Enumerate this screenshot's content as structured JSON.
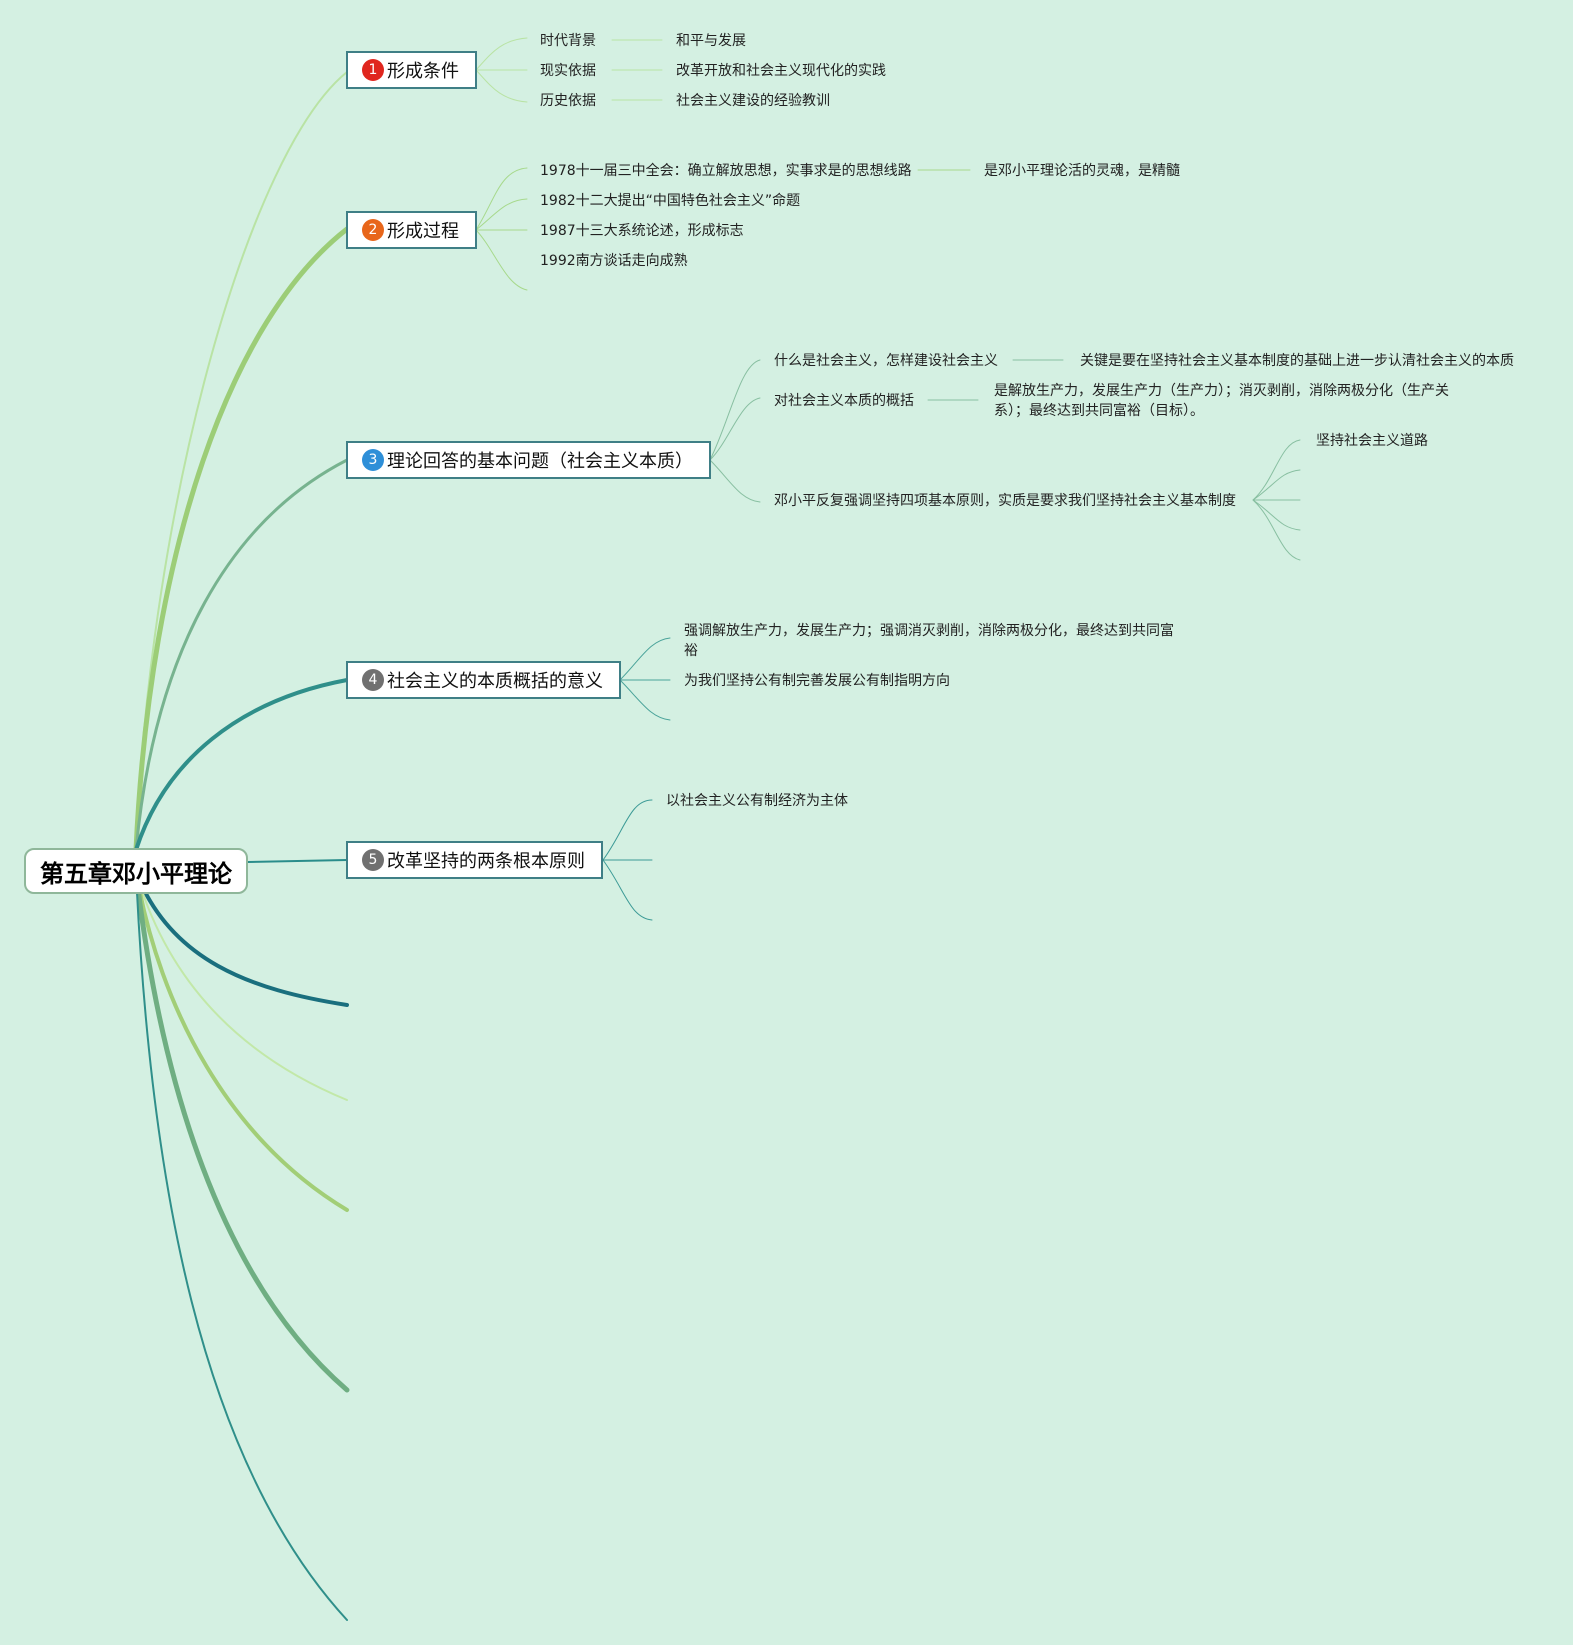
{
  "root": {
    "title": "第五章邓小平理论"
  },
  "colors": {
    "background": "#d4f0e2",
    "badge1": "#e0261e",
    "badge2": "#e8661a",
    "badge3": "#2e8fd8",
    "badge4": "#707070",
    "badge5": "#707070",
    "node_border": "#3f7f86"
  },
  "branches": [
    {
      "num": "1",
      "label": "形成条件",
      "children": [
        {
          "text": "时代背景",
          "detail": "和平与发展"
        },
        {
          "text": "现实依据",
          "detail": "改革开放和社会主义现代化的实践"
        },
        {
          "text": "历史依据",
          "detail": "社会主义建设的经验教训"
        }
      ]
    },
    {
      "num": "2",
      "label": "形成过程",
      "children": [
        {
          "text": "1978十一届三中全会：确立解放思想，实事求是的思想线路",
          "detail": "是邓小平理论活的灵魂，是精髓"
        },
        {
          "text": "1982十二大提出“中国特色社会主义”命题"
        },
        {
          "text": "1987十三大系统论述，形成标志"
        },
        {
          "text": "1992南方谈话走向成熟"
        }
      ]
    },
    {
      "num": "3",
      "label": "理论回答的基本问题（社会主义本质）",
      "children": [
        {
          "text": "什么是社会主义，怎样建设社会主义",
          "detail": "关键是要在坚持社会主义基本制度的基础上进一步认清社会主义的本质"
        },
        {
          "text": "对社会主义本质的概括",
          "detail": "是解放生产力，发展生产力（生产力）；消灭剥削，消除两极分化（生产关系）；最终达到共同富裕（目标）。"
        },
        {
          "text": "邓小平反复强调坚持四项基本原则，实质是要求我们坚持社会主义基本制度",
          "sub": [
            "坚持社会主义道路"
          ]
        }
      ]
    },
    {
      "num": "4",
      "label": "社会主义的本质概括的意义",
      "children": [
        {
          "text": "强调解放生产力，发展生产力；强调消灭剥削，消除两极分化，最终达到共同富裕"
        },
        {
          "text": "为我们坚持公有制完善发展公有制指明方向"
        }
      ]
    },
    {
      "num": "5",
      "label": "改革坚持的两条根本原则",
      "children": [
        {
          "text": "以社会主义公有制经济为主体"
        }
      ]
    }
  ]
}
